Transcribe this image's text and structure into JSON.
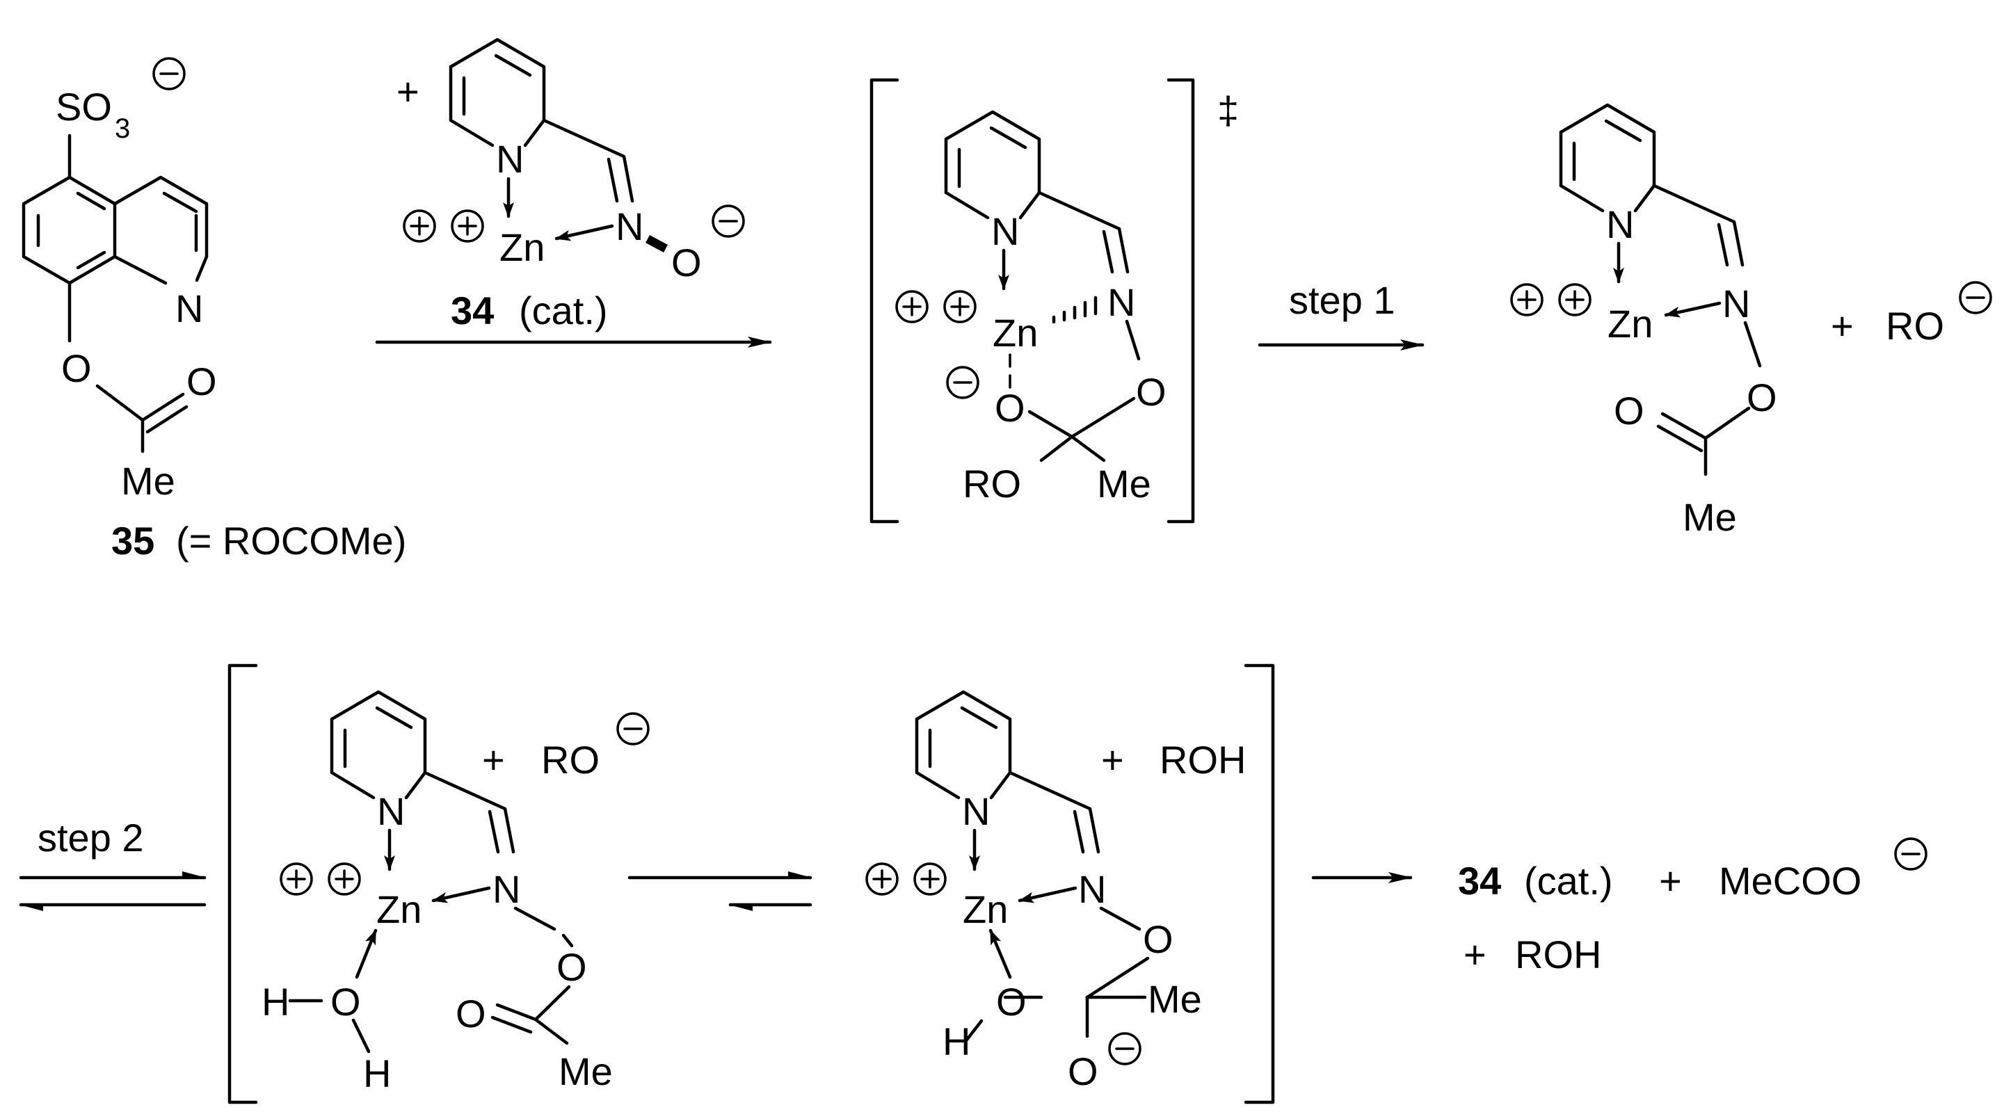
{
  "labels": {
    "so3": "SO",
    "so3_sub": "3",
    "n": "N",
    "o": "O",
    "me": "Me",
    "zn": "Zn",
    "ro": "RO",
    "roh": "ROH",
    "h": "H",
    "mecoo": "MeCOO",
    "plus": "+",
    "dagger": "‡"
  },
  "compounds": {
    "c35_number": "35",
    "c35_text": "(= ROCOMe)",
    "c34_number": "34",
    "c34_text": "(cat.)"
  },
  "steps": {
    "step1": "step 1",
    "step2": "step 2"
  },
  "colors": {
    "ink": "#000000",
    "background": "#ffffff"
  },
  "icons": {
    "positive": "circled-plus",
    "negative": "circled-minus"
  }
}
